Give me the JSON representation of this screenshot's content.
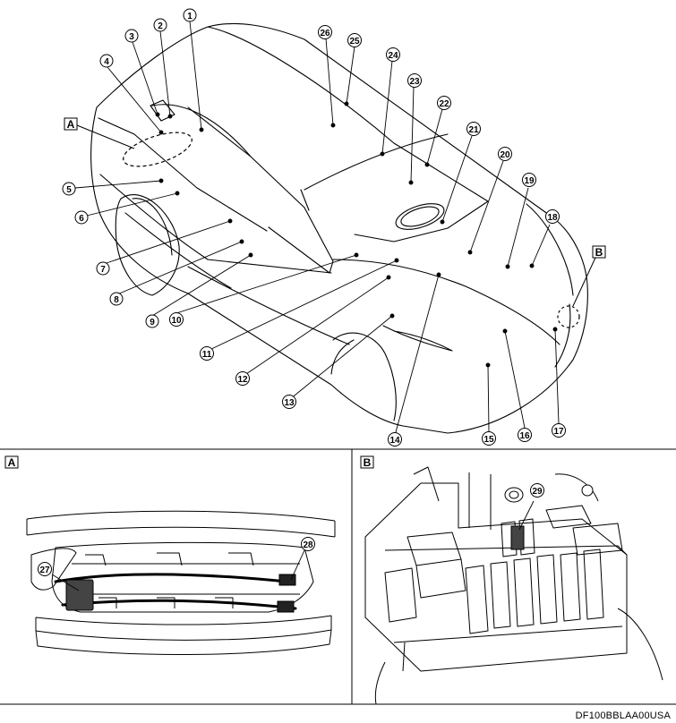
{
  "diagram": {
    "detail_labels": [
      "A",
      "B"
    ],
    "callouts": [
      "1",
      "2",
      "3",
      "4",
      "5",
      "6",
      "7",
      "8",
      "9",
      "10",
      "11",
      "12",
      "13",
      "14",
      "15",
      "16",
      "17",
      "18",
      "19",
      "20",
      "21",
      "22",
      "23",
      "24",
      "25",
      "26",
      "27",
      "28",
      "29"
    ],
    "reference_code": "DF100BBLAA00USA"
  }
}
